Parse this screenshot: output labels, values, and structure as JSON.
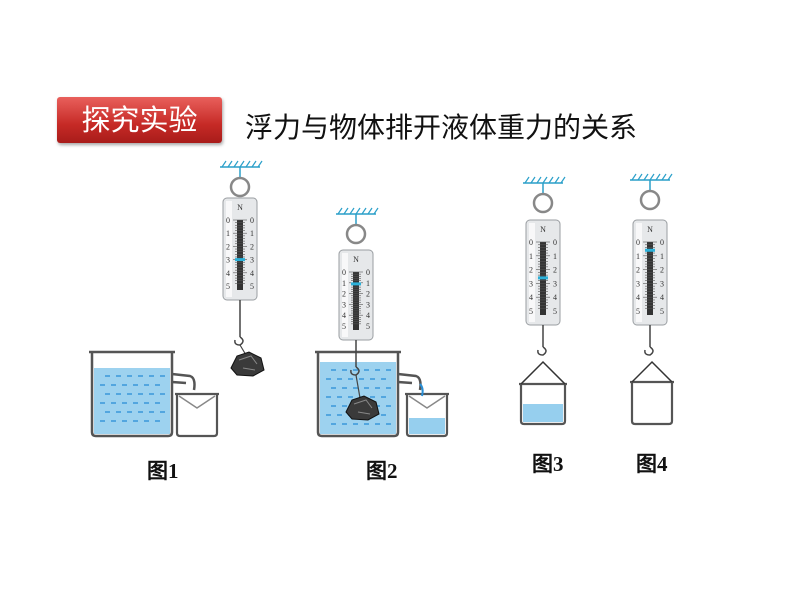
{
  "header": {
    "badge": "探究实验",
    "title": "浮力与物体排开液体重力的关系"
  },
  "figures": [
    {
      "label": "图1",
      "scale_reading_N": 3.0
    },
    {
      "label": "图2",
      "scale_reading_N": 1.1
    },
    {
      "label": "图3",
      "scale_reading_N": 2.6
    },
    {
      "label": "图4",
      "scale_reading_N": 0.6
    }
  ],
  "scale": {
    "unit": "N",
    "ticks": [
      "0",
      "1",
      "2",
      "3",
      "4",
      "5"
    ],
    "max": 5
  },
  "colors": {
    "water": "#7cc3ea",
    "water_dash": "#2a8fd6",
    "badge": "#c62a26",
    "indicator": "#2bb0d8"
  }
}
